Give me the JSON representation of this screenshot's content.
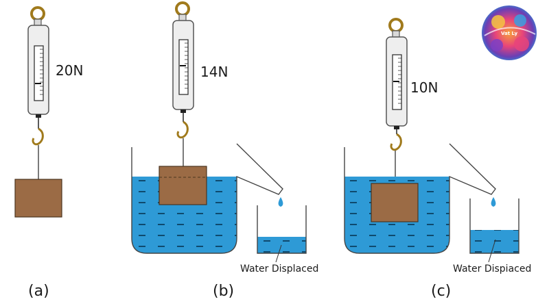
{
  "panels": [
    {
      "id": "a",
      "label": "(a)",
      "reading": "20N"
    },
    {
      "id": "b",
      "label": "(b)",
      "reading": "14N",
      "caption": "Water Displaced"
    },
    {
      "id": "c",
      "label": "(c)",
      "reading": "10N",
      "caption": "Water Dispiaced"
    }
  ],
  "logo": {
    "text": "Vat Ly"
  },
  "colors": {
    "water": "#2e9ad6",
    "block": "#9b6b45",
    "scale_body": "#eeeeee",
    "brass": "#a07a1c",
    "dash": "#0f4a6e"
  }
}
